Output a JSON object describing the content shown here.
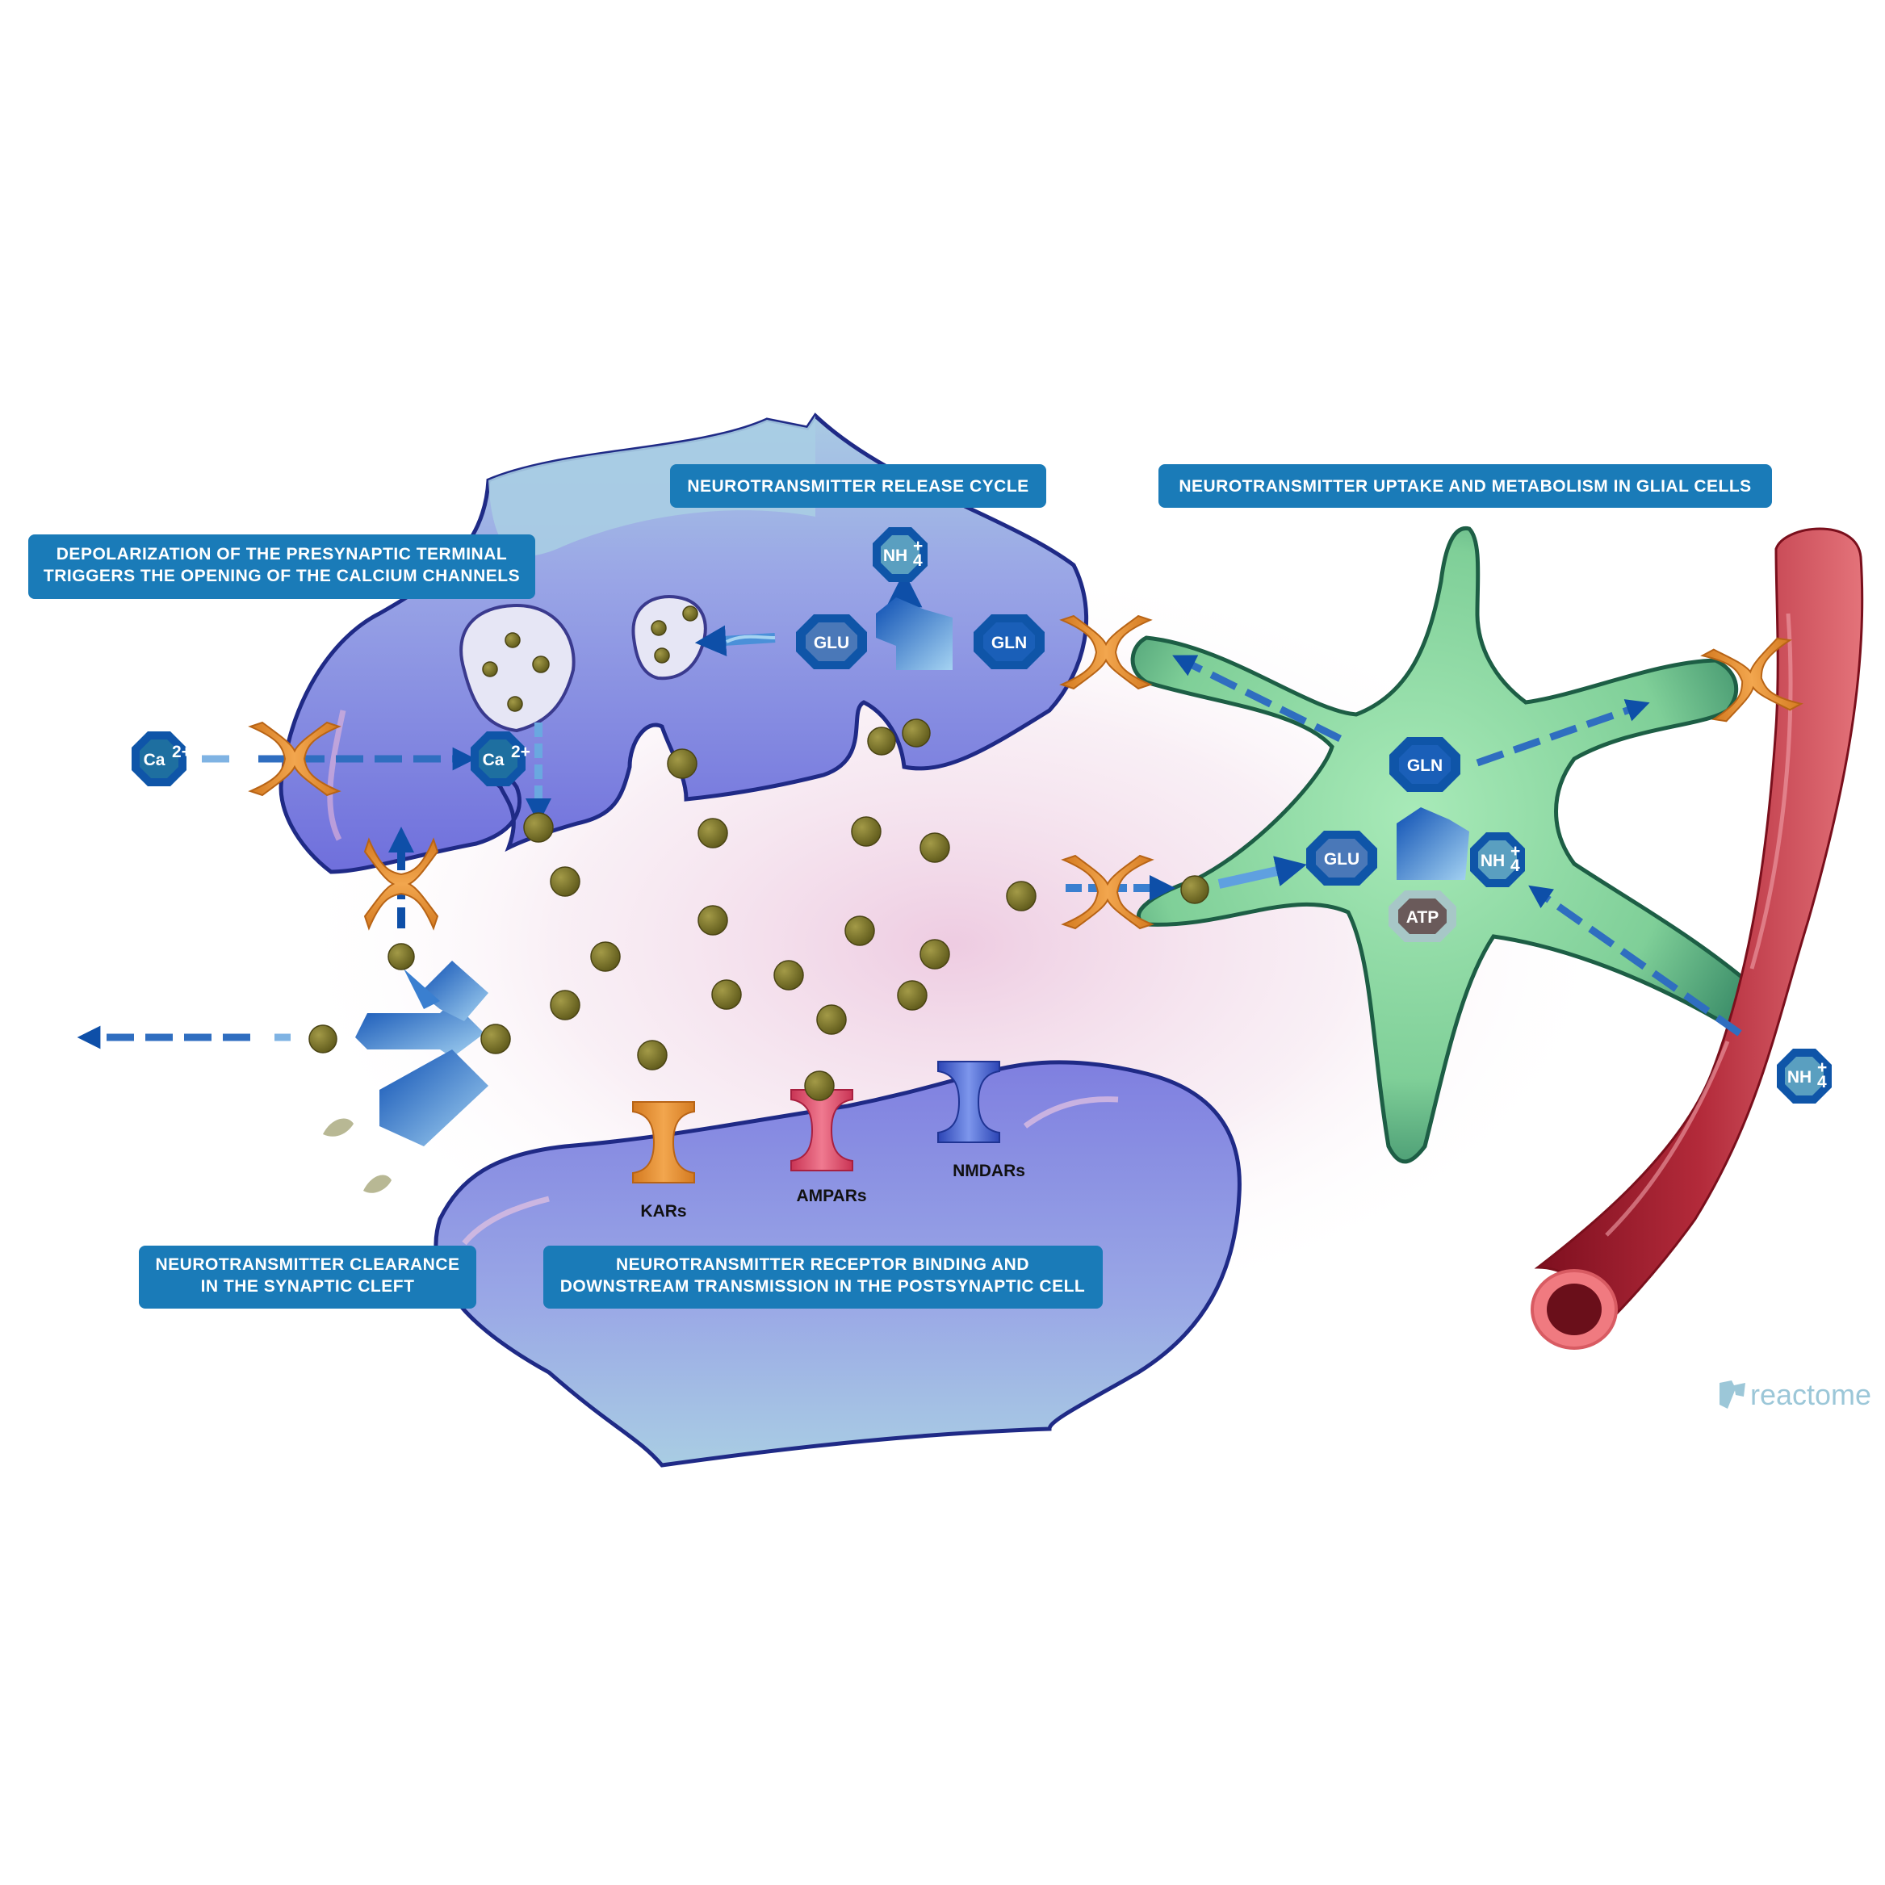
{
  "labels": {
    "depolarization_line1": "DEPOLARIZATION OF THE PRESYNAPTIC TERMINAL",
    "depolarization_line2": "TRIGGERS THE OPENING OF THE CALCIUM CHANNELS",
    "release_cycle": "NEUROTRANSMITTER RELEASE CYCLE",
    "uptake": "NEUROTRANSMITTER UPTAKE AND METABOLISM IN GLIAL CELLS",
    "clearance_line1": "NEUROTRANSMITTER CLEARANCE",
    "clearance_line2": "IN THE SYNAPTIC CLEFT",
    "binding_line1": "NEUROTRANSMITTER RECEPTOR BINDING AND",
    "binding_line2": "DOWNSTREAM TRANSMISSION IN THE POSTSYNAPTIC CELL"
  },
  "molecules": {
    "ca_outside": "Ca",
    "ca_inside": "Ca",
    "ca_charge": "2+",
    "nh_presyn": "NH",
    "nh_charge": "+",
    "nh_sub": "4",
    "glu_presyn": "GLU",
    "gln_presyn": "GLN",
    "gln_glia": "GLN",
    "glu_glia": "GLU",
    "nh_glia": "NH",
    "atp_glia": "ATP",
    "nh_vessel": "NH"
  },
  "receptors": {
    "kars": "KARs",
    "ampars": "AMPARs",
    "nmdars": "NMDARs"
  },
  "logo": "reactome",
  "colors": {
    "label_bg": "#1a7bb8",
    "molecule_blue": "#0f55a8",
    "glutamate": "#7a7326",
    "glia_green": "#8fd7a5",
    "vessel_red": "#9a1b2a",
    "transporter_orange": "#e38a2b",
    "ampar_red": "#e0506a",
    "nmdar_blue": "#4a6ad8"
  }
}
